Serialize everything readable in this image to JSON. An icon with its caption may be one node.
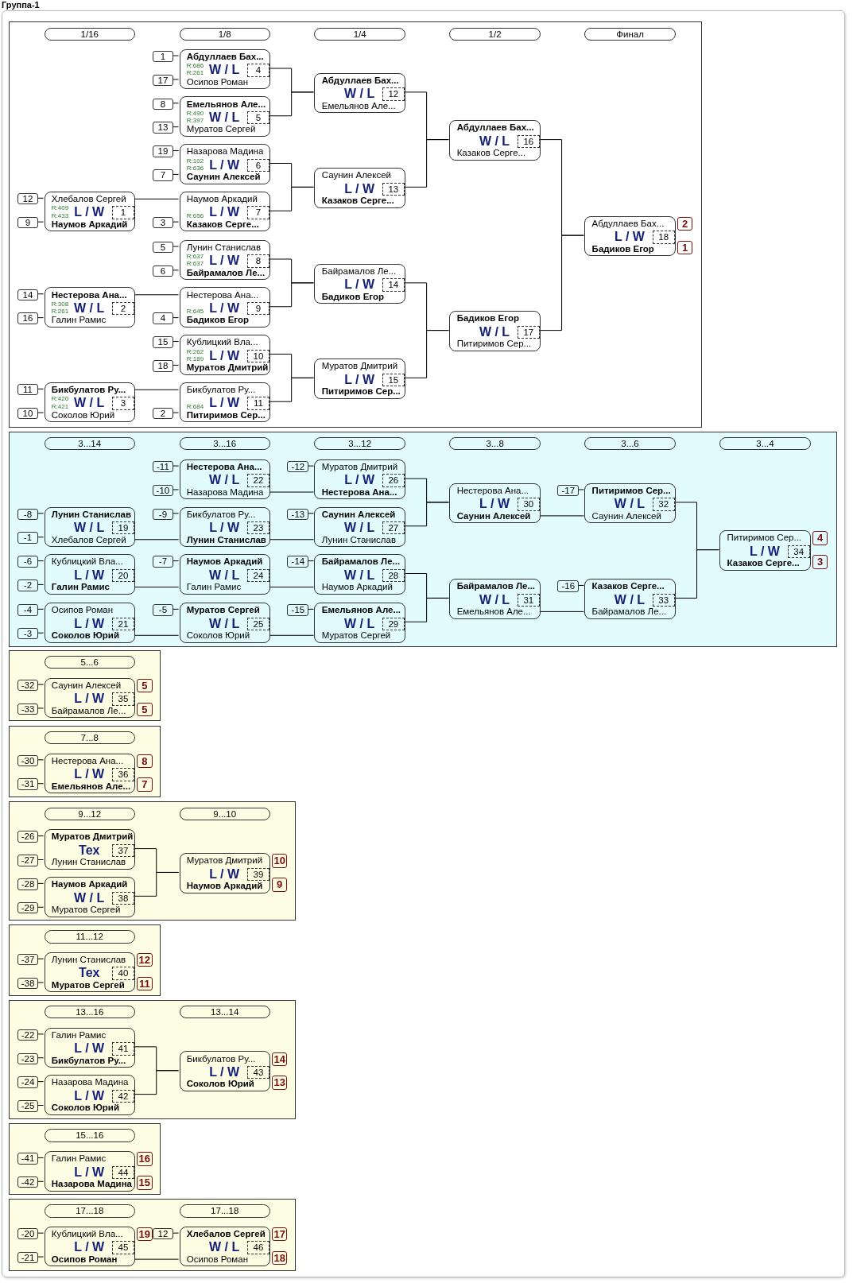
{
  "diagram": {
    "title": "Группа-1",
    "nodes": [
      {
        "text": [],
        "shape": "box"
      },
      {
        "text": [
          "1/16"
        ],
        "in": 0
      },
      {
        "text": [
          "1/8"
        ],
        "in": 0
      },
      {
        "text": [
          "1/4"
        ],
        "in": 0
      },
      {
        "text": [
          "1/2"
        ],
        "in": 0
      },
      {
        "text": [
          "Финал"
        ],
        "in": 0
      },
      {
        "text": [
          "12"
        ],
        "in": 0
      },
      {
        "text": [
          "9"
        ],
        "in": 0
      },
      {
        "text": [
          "Хлебалов Сергей",
          "R:409",
          "R:433",
          "L / W",
          "Наумов Аркадий"
        ],
        "in": 0
      },
      {
        "text": [
          "1"
        ],
        "in": 8
      },
      {
        "text": [
          "14"
        ],
        "in": 0
      },
      {
        "text": [
          "16"
        ],
        "in": 0
      },
      {
        "text": [
          "Нестерова Ана...",
          "R:308",
          "R:261",
          "W / L",
          "Галин Рамис"
        ],
        "in": 0
      },
      {
        "text": [
          "2"
        ],
        "in": 12
      },
      {
        "text": [
          "11"
        ],
        "in": 0
      },
      {
        "text": [
          "10"
        ],
        "in": 0
      },
      {
        "text": [
          "Бикбулатов Ру...",
          "R:420",
          "R:421",
          "W / L",
          "Соколов Юрий"
        ],
        "in": 0
      },
      {
        "text": [
          "3"
        ],
        "in": 16
      },
      {
        "text": [
          "1"
        ],
        "in": 0
      },
      {
        "text": [
          "17"
        ],
        "in": 0
      },
      {
        "text": [
          "Абдуллаев Бах...",
          "R:686",
          "R:261",
          "W / L",
          "Осипов Роман"
        ],
        "in": 0
      },
      {
        "text": [
          "4"
        ],
        "in": 20
      },
      {
        "text": [
          "8"
        ],
        "in": 0
      },
      {
        "text": [
          "13"
        ],
        "in": 0
      },
      {
        "text": [
          "Емельянов Але...",
          "R:490",
          "R:397",
          "W / L",
          "Муратов Сергей"
        ],
        "in": 0
      },
      {
        "text": [
          "5"
        ],
        "in": 24
      },
      {
        "text": [
          "19"
        ],
        "in": 0
      },
      {
        "text": [
          "7"
        ],
        "in": 0
      },
      {
        "text": [
          "Назарова Мадина",
          "R:102",
          "R:636",
          "L / W",
          "Саунин Алексей"
        ],
        "in": 0
      },
      {
        "text": [
          "6"
        ],
        "in": 28
      },
      {
        "text": [
          "3"
        ],
        "in": 0
      },
      {
        "text": [
          "Наумов Аркадий",
          "R:656",
          "L / W",
          "Казаков Серге..."
        ],
        "in": 0
      },
      {
        "text": [
          "7"
        ],
        "in": 31
      },
      {
        "text": [
          "5"
        ],
        "in": 0
      },
      {
        "text": [
          "6"
        ],
        "in": 0
      },
      {
        "text": [
          "Лунин Станислав",
          "R:637",
          "R:637",
          "L / W",
          "Байрамалов Ле..."
        ],
        "in": 0
      },
      {
        "text": [
          "8"
        ],
        "in": 35
      },
      {
        "text": [
          "4"
        ],
        "in": 0
      },
      {
        "text": [
          "Нестерова Ана...",
          "R:645",
          "L / W",
          "Бадиков Егор"
        ],
        "in": 0
      },
      {
        "text": [
          "9"
        ],
        "in": 38
      },
      {
        "text": [
          "15"
        ],
        "in": 0
      },
      {
        "text": [
          "18"
        ],
        "in": 0
      },
      {
        "text": [
          "Кублицкий Вла...",
          "R:262",
          "R:189",
          "L / W",
          "Муратов Дмитрий"
        ],
        "in": 0
      },
      {
        "text": [
          "10"
        ],
        "in": 42
      },
      {
        "text": [
          "2"
        ],
        "in": 0
      },
      {
        "text": [
          "Бикбулатов Ру...",
          "R:684",
          "L / W",
          "Питиримов Сер..."
        ],
        "in": 0
      },
      {
        "text": [
          "11"
        ],
        "in": 45
      },
      {
        "text": [
          "Абдуллаев Бах...",
          "W / L",
          "Емельянов Але..."
        ],
        "in": 0
      },
      {
        "text": [
          "12"
        ],
        "in": 47
      },
      {
        "text": [
          "Саунин Алексей",
          "L / W",
          "Казаков Серге..."
        ],
        "in": 0
      },
      {
        "text": [
          "13"
        ],
        "in": 49
      },
      {
        "text": [
          "Байрамалов Ле...",
          "L / W",
          "Бадиков Егор"
        ],
        "in": 0
      },
      {
        "text": [
          "14"
        ],
        "in": 51
      },
      {
        "text": [
          "Муратов Дмитрий",
          "L / W",
          "Питиримов Сер..."
        ],
        "in": 0
      },
      {
        "text": [
          "15"
        ],
        "in": 53
      },
      {
        "text": [
          "Абдуллаев Бах...",
          "W / L",
          "Казаков Серге..."
        ],
        "in": 0
      },
      {
        "text": [
          "16"
        ],
        "in": 55
      },
      {
        "text": [
          "Бадиков Егор",
          "W / L",
          "Питиримов Сер..."
        ],
        "in": 0
      },
      {
        "text": [
          "17"
        ],
        "in": 57
      },
      {
        "text": [
          "Абдуллаев Бах...",
          "L / W",
          "Бадиков Егор"
        ],
        "in": 0
      },
      {
        "text": [
          "18"
        ],
        "in": 59
      },
      {
        "text": [
          "2"
        ],
        "in": 0
      },
      {
        "text": [
          "1"
        ],
        "in": 0
      },
      {
        "text": [],
        "shape": "box"
      },
      {
        "text": [
          "3...14"
        ],
        "in": 63
      },
      {
        "text": [
          "3...16"
        ],
        "in": 63
      },
      {
        "text": [
          "3...12"
        ],
        "in": 63
      },
      {
        "text": [
          "3...8"
        ],
        "in": 63
      },
      {
        "text": [
          "3...6"
        ],
        "in": 63
      },
      {
        "text": [
          "3...4"
        ],
        "in": 63
      },
      {
        "text": [
          "-8"
        ],
        "in": 63
      },
      {
        "text": [
          "-1"
        ],
        "in": 63
      },
      {
        "text": [
          "Лунин Станислав",
          "W / L",
          "Хлебалов Сергей"
        ],
        "in": 63
      },
      {
        "text": [
          "19"
        ],
        "in": 72
      },
      {
        "text": [
          "-6"
        ],
        "in": 63
      },
      {
        "text": [
          "-2"
        ],
        "in": 63
      },
      {
        "text": [
          "Кублицкий Вла...",
          "L / W",
          "Галин Рамис"
        ],
        "in": 63
      },
      {
        "text": [
          "20"
        ],
        "in": 76
      },
      {
        "text": [
          "-4"
        ],
        "in": 63
      },
      {
        "text": [
          "-3"
        ],
        "in": 63
      },
      {
        "text": [
          "Осипов Роман",
          "L / W",
          "Соколов Юрий"
        ],
        "in": 63
      },
      {
        "text": [
          "21"
        ],
        "in": 80
      },
      {
        "text": [
          "-11"
        ],
        "in": 63
      },
      {
        "text": [
          "-10"
        ],
        "in": 63
      },
      {
        "text": [
          "Нестерова Ана...",
          "W / L",
          "Назарова Мадина"
        ],
        "in": 63
      },
      {
        "text": [
          "22"
        ],
        "in": 84
      },
      {
        "text": [
          "-9"
        ],
        "in": 63
      },
      {
        "text": [
          "Бикбулатов Ру...",
          "L / W",
          "Лунин Станислав"
        ],
        "in": 63
      },
      {
        "text": [
          "23"
        ],
        "in": 87
      },
      {
        "text": [
          "-7"
        ],
        "in": 63
      },
      {
        "text": [
          "Наумов Аркадий",
          "W / L",
          "Галин Рамис"
        ],
        "in": 63
      },
      {
        "text": [
          "24"
        ],
        "in": 90
      },
      {
        "text": [
          "-5"
        ],
        "in": 63
      },
      {
        "text": [
          "Муратов Сергей",
          "W / L",
          "Соколов Юрий"
        ],
        "in": 63
      },
      {
        "text": [
          "25"
        ],
        "in": 93
      },
      {
        "text": [
          "-12"
        ],
        "in": 63
      },
      {
        "text": [
          "Муратов Дмитрий",
          "L / W",
          "Нестерова Ана..."
        ],
        "in": 63
      },
      {
        "text": [
          "26"
        ],
        "in": 96
      },
      {
        "text": [
          "-13"
        ],
        "in": 63
      },
      {
        "text": [
          "Саунин Алексей",
          "W / L",
          "Лунин Станислав"
        ],
        "in": 63
      },
      {
        "text": [
          "27"
        ],
        "in": 99
      },
      {
        "text": [
          "-14"
        ],
        "in": 63
      },
      {
        "text": [
          "Байрамалов Ле...",
          "W / L",
          "Наумов Аркадий"
        ],
        "in": 63
      },
      {
        "text": [
          "28"
        ],
        "in": 102
      },
      {
        "text": [
          "-15"
        ],
        "in": 63
      },
      {
        "text": [
          "Емельянов Але...",
          "W / L",
          "Муратов Сергей"
        ],
        "in": 63
      },
      {
        "text": [
          "29"
        ],
        "in": 105
      },
      {
        "text": [
          "Нестерова Ана...",
          "L / W",
          "Саунин Алексей"
        ],
        "in": 63
      },
      {
        "text": [
          "30"
        ],
        "in": 107
      },
      {
        "text": [
          "Байрамалов Ле...",
          "W / L",
          "Емельянов Але..."
        ],
        "in": 63
      },
      {
        "text": [
          "31"
        ],
        "in": 109
      },
      {
        "text": [
          "-17"
        ],
        "in": 63
      },
      {
        "text": [
          "Питиримов Сер...",
          "W / L",
          "Саунин Алексей"
        ],
        "in": 63
      },
      {
        "text": [
          "32"
        ],
        "in": 112
      },
      {
        "text": [
          "-16"
        ],
        "in": 63
      },
      {
        "text": [
          "Казаков Серге...",
          "W / L",
          "Байрамалов Ле..."
        ],
        "in": 63
      },
      {
        "text": [
          "33"
        ],
        "in": 115
      },
      {
        "text": [
          "Питиримов Сер...",
          "L / W",
          "Казаков Серге..."
        ],
        "in": 63
      },
      {
        "text": [
          "34"
        ],
        "in": 117
      },
      {
        "text": [
          "4"
        ],
        "in": 63
      },
      {
        "text": [
          "3"
        ],
        "in": 63
      },
      {
        "text": [],
        "shape": "box"
      },
      {
        "text": [
          "5...6"
        ],
        "in": 121
      },
      {
        "text": [
          "-32"
        ],
        "in": 121
      },
      {
        "text": [
          "-33"
        ],
        "in": 121
      },
      {
        "text": [
          "Саунин Алексей",
          "L / W",
          "Байрамалов Ле..."
        ],
        "in": 121
      },
      {
        "text": [
          "35"
        ],
        "in": 125
      },
      {
        "text": [
          "5"
        ],
        "in": 121
      },
      {
        "text": [
          "5"
        ],
        "in": 121
      },
      {
        "text": [],
        "shape": "box"
      },
      {
        "text": [
          "7...8"
        ],
        "in": 129
      },
      {
        "text": [
          "-30"
        ],
        "in": 129
      },
      {
        "text": [
          "-31"
        ],
        "in": 129
      },
      {
        "text": [
          "Нестерова Ана...",
          "L / W",
          "Емельянов Але..."
        ],
        "in": 129
      },
      {
        "text": [
          "36"
        ],
        "in": 133
      },
      {
        "text": [
          "8"
        ],
        "in": 129
      },
      {
        "text": [
          "7"
        ],
        "in": 129
      },
      {
        "text": [],
        "shape": "box"
      },
      {
        "text": [
          "9...12"
        ],
        "in": 137
      },
      {
        "text": [
          "9...10"
        ],
        "in": 137
      },
      {
        "text": [
          "-26"
        ],
        "in": 137
      },
      {
        "text": [
          "-27"
        ],
        "in": 137
      },
      {
        "text": [
          "Муратов Дмитрий",
          "Тех",
          "Лунин Станислав"
        ],
        "in": 137
      },
      {
        "text": [
          "37"
        ],
        "in": 142
      },
      {
        "text": [
          "-28"
        ],
        "in": 137
      },
      {
        "text": [
          "-29"
        ],
        "in": 137
      },
      {
        "text": [
          "Наумов Аркадий",
          "W / L",
          "Муратов Сергей"
        ],
        "in": 137
      },
      {
        "text": [
          "38"
        ],
        "in": 146
      },
      {
        "text": [
          "Муратов Дмитрий",
          "L / W",
          "Наумов Аркадий"
        ],
        "in": 137
      },
      {
        "text": [
          "39"
        ],
        "in": 148
      },
      {
        "text": [
          "10"
        ],
        "in": 137
      },
      {
        "text": [
          "9"
        ],
        "in": 137
      },
      {
        "text": [],
        "shape": "box"
      },
      {
        "text": [
          "11...12"
        ],
        "in": 152
      },
      {
        "text": [
          "-37"
        ],
        "in": 152
      },
      {
        "text": [
          "-38"
        ],
        "in": 152
      },
      {
        "text": [
          "Лунин Станислав",
          "Тех",
          "Муратов Сергей"
        ],
        "in": 152
      },
      {
        "text": [
          "40"
        ],
        "in": 156
      },
      {
        "text": [
          "12"
        ],
        "in": 152
      },
      {
        "text": [
          "11"
        ],
        "in": 152
      },
      {
        "text": [],
        "shape": "box"
      },
      {
        "text": [
          "13...16"
        ],
        "in": 160
      },
      {
        "text": [
          "13...14"
        ],
        "in": 160
      },
      {
        "text": [
          "-22"
        ],
        "in": 160
      },
      {
        "text": [
          "-23"
        ],
        "in": 160
      },
      {
        "text": [
          "Галин Рамис",
          "L / W",
          "Бикбулатов Ру..."
        ],
        "in": 160
      },
      {
        "text": [
          "41"
        ],
        "in": 165
      },
      {
        "text": [
          "-24"
        ],
        "in": 160
      },
      {
        "text": [
          "-25"
        ],
        "in": 160
      },
      {
        "text": [
          "Назарова Мадина",
          "L / W",
          "Соколов Юрий"
        ],
        "in": 160
      },
      {
        "text": [
          "42"
        ],
        "in": 169
      },
      {
        "text": [
          "Бикбулатов Ру...",
          "L / W",
          "Соколов Юрий"
        ],
        "in": 160
      },
      {
        "text": [
          "43"
        ],
        "in": 171
      },
      {
        "text": [
          "14"
        ],
        "in": 160
      },
      {
        "text": [
          "13"
        ],
        "in": 160
      },
      {
        "text": [],
        "shape": "box"
      },
      {
        "text": [
          "15...16"
        ],
        "in": 175
      },
      {
        "text": [
          "-41"
        ],
        "in": 175
      },
      {
        "text": [
          "-42"
        ],
        "in": 175
      },
      {
        "text": [
          "Галин Рамис",
          "L / W",
          "Назарова Мадина"
        ],
        "in": 175
      },
      {
        "text": [
          "44"
        ],
        "in": 179
      },
      {
        "text": [
          "16"
        ],
        "in": 175
      },
      {
        "text": [
          "15"
        ],
        "in": 175
      },
      {
        "text": [],
        "shape": "box"
      },
      {
        "text": [
          "17...18"
        ],
        "in": 183
      },
      {
        "text": [
          "17...18"
        ],
        "in": 183
      },
      {
        "text": [
          "-20"
        ],
        "in": 183
      },
      {
        "text": [
          "-21"
        ],
        "in": 183
      },
      {
        "text": [
          "Кублицкий Вла...",
          "L / W",
          "Осипов Роман"
        ],
        "in": 183
      },
      {
        "text": [
          "45"
        ],
        "in": 188
      },
      {
        "text": [
          "19"
        ],
        "in": 183
      },
      {
        "text": [
          "12"
        ],
        "in": 183
      },
      {
        "text": [
          "Хлебалов Сергей",
          "W / L",
          "Осипов Роман"
        ],
        "in": 183
      },
      {
        "text": [
          "46"
        ],
        "in": 192
      },
      {
        "text": [
          "17"
        ],
        "in": 183
      },
      {
        "text": [
          "18"
        ],
        "in": 183
      }
    ],
    "edges": [
      {
        "from": 6,
        "to": 8,
        "arrow": "none"
      },
      {
        "from": 7,
        "to": 8,
        "arrow": "none"
      },
      {
        "from": 10,
        "to": 12,
        "arrow": "none"
      },
      {
        "from": 11,
        "to": 12,
        "arrow": "none"
      },
      {
        "from": 14,
        "to": 16,
        "arrow": "none"
      },
      {
        "from": 15,
        "to": 16,
        "arrow": "none"
      },
      {
        "from": 18,
        "to": 20,
        "arrow": "none"
      },
      {
        "from": 19,
        "to": 20,
        "arrow": "none"
      },
      {
        "from": 22,
        "to": 24,
        "arrow": "none"
      },
      {
        "from": 23,
        "to": 24,
        "arrow": "none"
      },
      {
        "from": 26,
        "to": 28,
        "arrow": "none"
      },
      {
        "from": 27,
        "to": 28,
        "arrow": "none"
      },
      {
        "from": 30,
        "to": 31,
        "arrow": "none"
      },
      {
        "from": 33,
        "to": 35,
        "arrow": "none"
      },
      {
        "from": 34,
        "to": 35,
        "arrow": "none"
      },
      {
        "from": 37,
        "to": 38,
        "arrow": "none"
      },
      {
        "from": 40,
        "to": 42,
        "arrow": "none"
      },
      {
        "from": 41,
        "to": 42,
        "arrow": "none"
      },
      {
        "from": 44,
        "to": 45,
        "arrow": "none"
      },
      {
        "from": 8,
        "to": 31,
        "arrow": "none"
      },
      {
        "from": 12,
        "to": 38,
        "arrow": "none"
      },
      {
        "from": 16,
        "to": 45,
        "arrow": "none"
      },
      {
        "from": 20,
        "to": 47,
        "arrow": "none"
      },
      {
        "from": 24,
        "to": 47,
        "arrow": "none"
      },
      {
        "from": 28,
        "to": 49,
        "arrow": "none"
      },
      {
        "from": 31,
        "to": 49,
        "arrow": "none"
      },
      {
        "from": 35,
        "to": 51,
        "arrow": "none"
      },
      {
        "from": 38,
        "to": 51,
        "arrow": "none"
      },
      {
        "from": 42,
        "to": 53,
        "arrow": "none"
      },
      {
        "from": 45,
        "to": 53,
        "arrow": "none"
      },
      {
        "from": 47,
        "to": 55,
        "arrow": "none"
      },
      {
        "from": 49,
        "to": 55,
        "arrow": "none"
      },
      {
        "from": 51,
        "to": 57,
        "arrow": "none"
      },
      {
        "from": 53,
        "to": 57,
        "arrow": "none"
      },
      {
        "from": 55,
        "to": 59,
        "arrow": "none"
      },
      {
        "from": 57,
        "to": 59,
        "arrow": "none"
      },
      {
        "from": 70,
        "to": 72,
        "arrow": "none"
      },
      {
        "from": 71,
        "to": 72,
        "arrow": "none"
      },
      {
        "from": 74,
        "to": 76,
        "arrow": "none"
      },
      {
        "from": 75,
        "to": 76,
        "arrow": "none"
      },
      {
        "from": 78,
        "to": 80,
        "arrow": "none"
      },
      {
        "from": 79,
        "to": 80,
        "arrow": "none"
      },
      {
        "from": 82,
        "to": 84,
        "arrow": "none"
      },
      {
        "from": 83,
        "to": 84,
        "arrow": "none"
      },
      {
        "from": 86,
        "to": 87,
        "arrow": "none"
      },
      {
        "from": 89,
        "to": 90,
        "arrow": "none"
      },
      {
        "from": 92,
        "to": 93,
        "arrow": "none"
      },
      {
        "from": 95,
        "to": 96,
        "arrow": "none"
      },
      {
        "from": 98,
        "to": 99,
        "arrow": "none"
      },
      {
        "from": 101,
        "to": 102,
        "arrow": "none"
      },
      {
        "from": 104,
        "to": 105,
        "arrow": "none"
      },
      {
        "from": 111,
        "to": 112,
        "arrow": "none"
      },
      {
        "from": 114,
        "to": 115,
        "arrow": "none"
      },
      {
        "from": 72,
        "to": 87,
        "arrow": "none"
      },
      {
        "from": 76,
        "to": 90,
        "arrow": "none"
      },
      {
        "from": 80,
        "to": 93,
        "arrow": "none"
      },
      {
        "from": 84,
        "to": 96,
        "arrow": "none"
      },
      {
        "from": 87,
        "to": 99,
        "arrow": "none"
      },
      {
        "from": 90,
        "to": 102,
        "arrow": "none"
      },
      {
        "from": 93,
        "to": 105,
        "arrow": "none"
      },
      {
        "from": 96,
        "to": 107,
        "arrow": "none"
      },
      {
        "from": 99,
        "to": 107,
        "arrow": "none"
      },
      {
        "from": 102,
        "to": 109,
        "arrow": "none"
      },
      {
        "from": 105,
        "to": 109,
        "arrow": "none"
      },
      {
        "from": 107,
        "to": 112,
        "arrow": "none"
      },
      {
        "from": 109,
        "to": 115,
        "arrow": "none"
      },
      {
        "from": 112,
        "to": 117,
        "arrow": "none"
      },
      {
        "from": 115,
        "to": 117,
        "arrow": "none"
      },
      {
        "from": 123,
        "to": 125,
        "arrow": "none"
      },
      {
        "from": 124,
        "to": 125,
        "arrow": "none"
      },
      {
        "from": 131,
        "to": 133,
        "arrow": "none"
      },
      {
        "from": 132,
        "to": 133,
        "arrow": "none"
      },
      {
        "from": 140,
        "to": 142,
        "arrow": "none"
      },
      {
        "from": 141,
        "to": 142,
        "arrow": "none"
      },
      {
        "from": 144,
        "to": 146,
        "arrow": "none"
      },
      {
        "from": 145,
        "to": 146,
        "arrow": "none"
      },
      {
        "from": 142,
        "to": 148,
        "arrow": "none"
      },
      {
        "from": 146,
        "to": 148,
        "arrow": "none"
      },
      {
        "from": 154,
        "to": 156,
        "arrow": "none"
      },
      {
        "from": 155,
        "to": 156,
        "arrow": "none"
      },
      {
        "from": 163,
        "to": 165,
        "arrow": "none"
      },
      {
        "from": 164,
        "to": 165,
        "arrow": "none"
      },
      {
        "from": 167,
        "to": 169,
        "arrow": "none"
      },
      {
        "from": 168,
        "to": 169,
        "arrow": "none"
      },
      {
        "from": 165,
        "to": 171,
        "arrow": "none"
      },
      {
        "from": 169,
        "to": 171,
        "arrow": "none"
      },
      {
        "from": 177,
        "to": 179,
        "arrow": "none"
      },
      {
        "from": 178,
        "to": 179,
        "arrow": "none"
      },
      {
        "from": 186,
        "to": 188,
        "arrow": "none"
      },
      {
        "from": 187,
        "to": 188,
        "arrow": "none"
      },
      {
        "from": 191,
        "to": 192,
        "arrow": "none"
      },
      {
        "from": 188,
        "to": 192,
        "arrow": "none"
      }
    ]
  }
}
